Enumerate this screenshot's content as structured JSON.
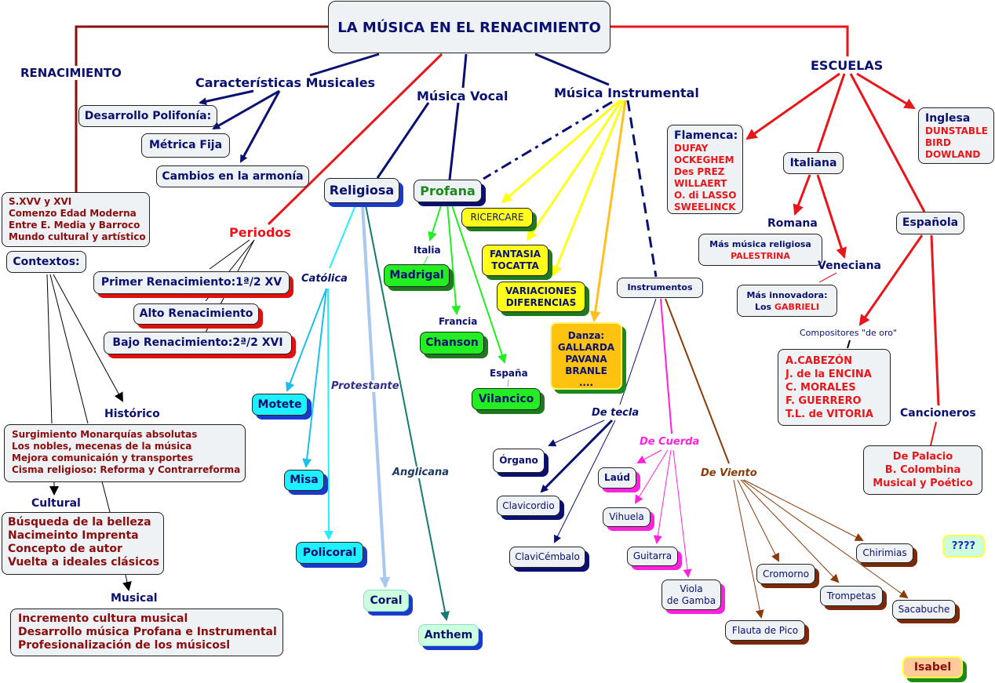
{
  "title": "LA MÚSICA EN EL RENACIMIENTO",
  "colors": {
    "navy": "#0a1070",
    "dark_red": "#8b0d0d",
    "red": "#e8161a",
    "yellow": "#ffff1a",
    "cyan": "#1ff0ff",
    "green": "#22ee22",
    "orange": "#ffc20e",
    "magenta": "#ff22dd",
    "brown": "#8b3a0a"
  },
  "renacimiento": {
    "label": "RENACIMIENTO",
    "summary": [
      "S.XVV y XVI",
      "Comenzo Edad Moderna",
      "Entre E. Media y Barroco",
      "Mundo cultural y artístico"
    ],
    "contextos": "Contextos:",
    "historico": {
      "label": "Histórico",
      "items": [
        "Surgimiento Monarquías absolutas",
        "Los nobles, mecenas de la música",
        "Mejora comunicaión y transportes",
        "Cisma religioso: Reforma y Contrarreforma"
      ]
    },
    "cultural": {
      "label": "Cultural",
      "items": [
        "Búsqueda de la belleza",
        "Nacimeinto Imprenta",
        "Concepto de autor",
        "Vuelta a ideales clásicos"
      ]
    },
    "musical": {
      "label": "Musical",
      "items": [
        "Incremento cultura musical",
        "Desarrollo música Profana e Instrumental",
        "Profesionalización de los músicosl"
      ]
    }
  },
  "caracteristicas": {
    "label": "Características Musicales",
    "items": [
      "Desarrollo Polifonía:",
      "Métrica Fija",
      "Cambios en la armonía"
    ]
  },
  "periodos": {
    "label": "Periodos",
    "items": [
      "Primer Renacimiento:1ª/2 XV",
      "Alto Renacimiento",
      "Bajo Renacimiento:2ª/2 XVI"
    ]
  },
  "vocal": {
    "label": "Música Vocal",
    "religiosa": {
      "label": "Religiosa",
      "catolica": "Católica",
      "protestante": "Protestante",
      "anglicana": "Anglicana",
      "forms": [
        "Motete",
        "Misa",
        "Policoral",
        "Coral",
        "Anthem"
      ]
    },
    "profana": {
      "label": "Profana",
      "regions": [
        "Italia",
        "Francia",
        "España"
      ],
      "forms": [
        "Madrigal",
        "Chanson",
        "Vilancico"
      ]
    }
  },
  "instrumental": {
    "label": "Música Instrumental",
    "forms": {
      "ricercare": "RICERCARE",
      "fantasia": [
        "FANTASIA",
        "TOCATTA"
      ],
      "variaciones": [
        "VARIACIONES",
        "DIFERENCIAS"
      ],
      "danza": [
        "Danza:",
        "GALLARDA",
        "PAVANA",
        "BRANLE",
        "...."
      ]
    },
    "instrumentos": {
      "label": "Instrumentos",
      "tecla": {
        "label": "De tecla",
        "items": [
          "Órgano",
          "Clavicordio",
          "ClaviCémbalo"
        ]
      },
      "cuerda": {
        "label": "De Cuerda",
        "items": [
          "Laúd",
          "Vihuela",
          "Guitarra",
          "Viola",
          "de Gamba"
        ]
      },
      "viento": {
        "label": "De Viento",
        "items": [
          "Flauta de Pico",
          "Cromorno",
          "Trompetas",
          "Sacabuche",
          "Chirimias"
        ]
      }
    }
  },
  "escuelas": {
    "label": "ESCUELAS",
    "flamenca": {
      "label": "Flamenca:",
      "composers": [
        "DUFAY",
        "OCKEGHEM",
        "Des PREZ",
        "WILLAERT",
        "O. di LASSO",
        "SWEELINCK"
      ]
    },
    "inglesa": {
      "label": "Inglesa",
      "composers": [
        "DUNSTABLE",
        "BIRD",
        "DOWLAND"
      ]
    },
    "italiana": {
      "label": "Italiana",
      "romana": {
        "label": "Romana",
        "desc": "Más música religiosa",
        "composer": "PALESTRINA"
      },
      "veneciana": {
        "label": "Veneciana",
        "desc": "Más innovadora:",
        "prefix": "Los",
        "composer": "GABRIELI"
      }
    },
    "espanola": {
      "label": "Española",
      "compositores_label": "Compositores \"de oro\"",
      "composers": [
        "A.CABEZÓN",
        "J. de la ENCINA",
        "C. MORALES",
        "F. GUERRERO",
        "T.L. de VITORIA"
      ],
      "cancioneros_label": "Cancioneros",
      "cancioneros": [
        "De Palacio",
        "B. Colombina",
        "Musical y Poético"
      ]
    }
  },
  "extras": {
    "question": "????",
    "author": "Isabel"
  }
}
